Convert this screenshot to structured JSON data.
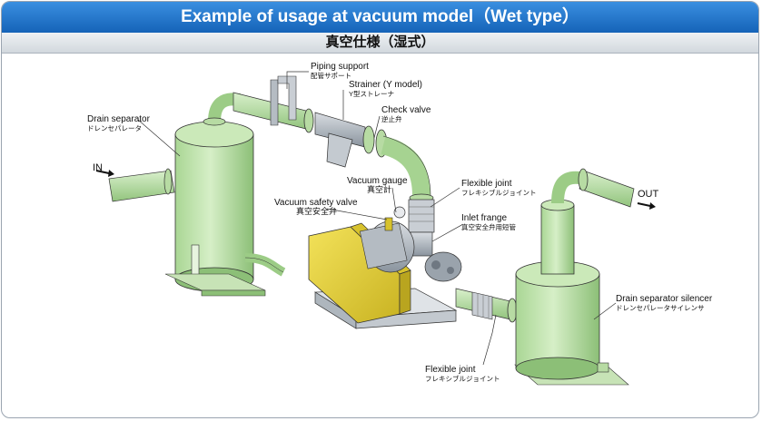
{
  "header": {
    "title": "Example of usage at vacuum model（Wet type）",
    "subtitle": "真空仕様（湿式）"
  },
  "flow": {
    "in_label": "IN",
    "out_label": "OUT"
  },
  "labels": {
    "piping_support": {
      "en": "Piping support",
      "jp": "配管サポート"
    },
    "strainer": {
      "en": "Strainer (Y model)",
      "jp": "Y型ストレーナ"
    },
    "check_valve": {
      "en": "Check valve",
      "jp": "逆止弁"
    },
    "drain_separator": {
      "en": "Drain separator",
      "jp": "ドレンセパレータ"
    },
    "vacuum_gauge": {
      "en": "Vacuum gauge",
      "jp": "真空計"
    },
    "vacuum_safety_valve": {
      "en": "Vacuum safety valve",
      "jp": "真空安全弁"
    },
    "flexible_joint_top": {
      "en": "Flexible joint",
      "jp": "フレキシブルジョイント"
    },
    "inlet_flange": {
      "en": "Inlet frange",
      "jp": "真空安全弁用短管"
    },
    "drain_separator_silencer": {
      "en": "Drain separator silencer",
      "jp": "ドレンセパレータサイレンサ"
    },
    "flexible_joint_bottom": {
      "en": "Flexible joint",
      "jp": "フレキシブルジョイント"
    }
  },
  "colors": {
    "equipment_green": "#bde3a8",
    "equipment_dark": "#8fc07a",
    "blower_yellow": "#e8d23a",
    "header_blue": "#1e6fc6"
  }
}
